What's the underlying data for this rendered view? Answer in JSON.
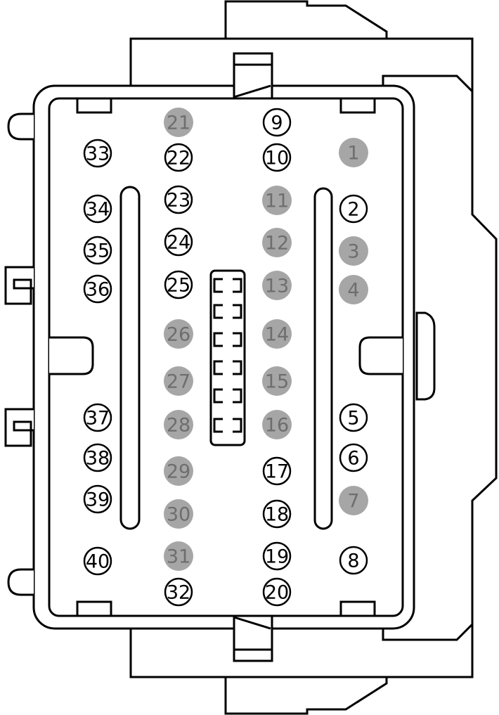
{
  "connector": {
    "pins": [
      {
        "label": "1",
        "filled": true
      },
      {
        "label": "2",
        "filled": false
      },
      {
        "label": "3",
        "filled": true
      },
      {
        "label": "4",
        "filled": true
      },
      {
        "label": "5",
        "filled": false
      },
      {
        "label": "6",
        "filled": false
      },
      {
        "label": "7",
        "filled": true
      },
      {
        "label": "8",
        "filled": false
      },
      {
        "label": "9",
        "filled": false
      },
      {
        "label": "10",
        "filled": false
      },
      {
        "label": "11",
        "filled": true
      },
      {
        "label": "12",
        "filled": true
      },
      {
        "label": "13",
        "filled": true
      },
      {
        "label": "14",
        "filled": true
      },
      {
        "label": "15",
        "filled": true
      },
      {
        "label": "16",
        "filled": true
      },
      {
        "label": "17",
        "filled": false
      },
      {
        "label": "18",
        "filled": false
      },
      {
        "label": "19",
        "filled": false
      },
      {
        "label": "20",
        "filled": false
      },
      {
        "label": "21",
        "filled": true
      },
      {
        "label": "22",
        "filled": false
      },
      {
        "label": "23",
        "filled": false
      },
      {
        "label": "24",
        "filled": false
      },
      {
        "label": "25",
        "filled": false
      },
      {
        "label": "26",
        "filled": true
      },
      {
        "label": "27",
        "filled": true
      },
      {
        "label": "28",
        "filled": true
      },
      {
        "label": "29",
        "filled": true
      },
      {
        "label": "30",
        "filled": true
      },
      {
        "label": "31",
        "filled": true
      },
      {
        "label": "32",
        "filled": false
      },
      {
        "label": "33",
        "filled": false
      },
      {
        "label": "34",
        "filled": false
      },
      {
        "label": "35",
        "filled": false
      },
      {
        "label": "36",
        "filled": false
      },
      {
        "label": "37",
        "filled": false
      },
      {
        "label": "38",
        "filled": false
      },
      {
        "label": "39",
        "filled": false
      },
      {
        "label": "40",
        "filled": false
      }
    ]
  },
  "colors": {
    "outline": "#000000",
    "filled_pin": "#a6a6a6",
    "filled_pin_text": "#6e6e6e",
    "background": "#ffffff"
  }
}
